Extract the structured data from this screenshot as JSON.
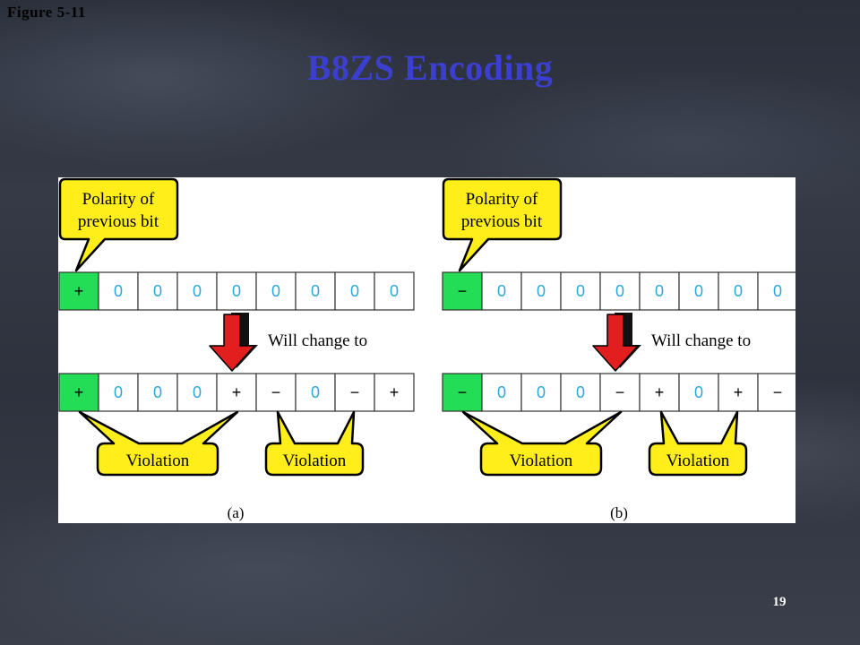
{
  "slide": {
    "figure_label": "Figure 5-11",
    "title": "B8ZS Encoding",
    "page_number": "19"
  },
  "colors": {
    "title": "#3b3fd0",
    "green_cell": "#22dd55",
    "callout_fill": "#ffee1a",
    "arrow_red": "#e31e1e",
    "zero_text": "#2aa8d8"
  },
  "diagram": {
    "panels": [
      {
        "id": "a",
        "caption": "(a)",
        "callout": [
          "Polarity of",
          "previous bit"
        ],
        "original_cells": [
          "+",
          "0",
          "0",
          "0",
          "0",
          "0",
          "0",
          "0",
          "0"
        ],
        "change_text": "Will change to",
        "encoded_cells": [
          "+",
          "0",
          "0",
          "0",
          "+",
          "−",
          "0",
          "−",
          "+"
        ],
        "violation_labels": [
          "Violation",
          "Violation"
        ]
      },
      {
        "id": "b",
        "caption": "(b)",
        "callout": [
          "Polarity of",
          "previous bit"
        ],
        "original_cells": [
          "−",
          "0",
          "0",
          "0",
          "0",
          "0",
          "0",
          "0",
          "0"
        ],
        "change_text": "Will change to",
        "encoded_cells": [
          "−",
          "0",
          "0",
          "0",
          "−",
          "+",
          "0",
          "+",
          "−"
        ],
        "violation_labels": [
          "Violation",
          "Violation"
        ]
      }
    ]
  }
}
